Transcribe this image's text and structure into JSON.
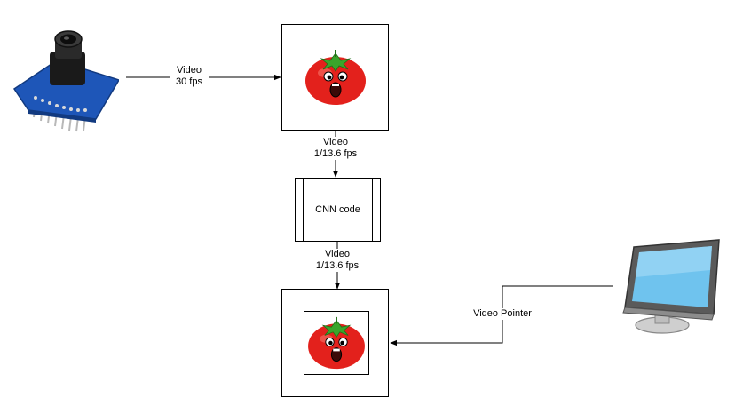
{
  "edges": {
    "camera_to_frame": {
      "line1": "Video",
      "line2": "30 fps"
    },
    "frame_to_cnn": {
      "line1": "Video",
      "line2": "1/13.6 fps"
    },
    "cnn_to_output": {
      "line1": "Video",
      "line2": "1/13.6 fps"
    },
    "monitor_to_output": {
      "label": "Video Pointer"
    }
  },
  "nodes": {
    "cnn": {
      "label": "CNN code"
    }
  },
  "colors": {
    "stroke": "#000000",
    "tomato_red": "#e3211c",
    "leaf_green": "#3aa52b",
    "camera_board": "#1e56b8",
    "screen_blue": "#6fc3ee"
  },
  "icons": [
    "camera-module-icon",
    "tomato-icon",
    "monitor-icon"
  ]
}
